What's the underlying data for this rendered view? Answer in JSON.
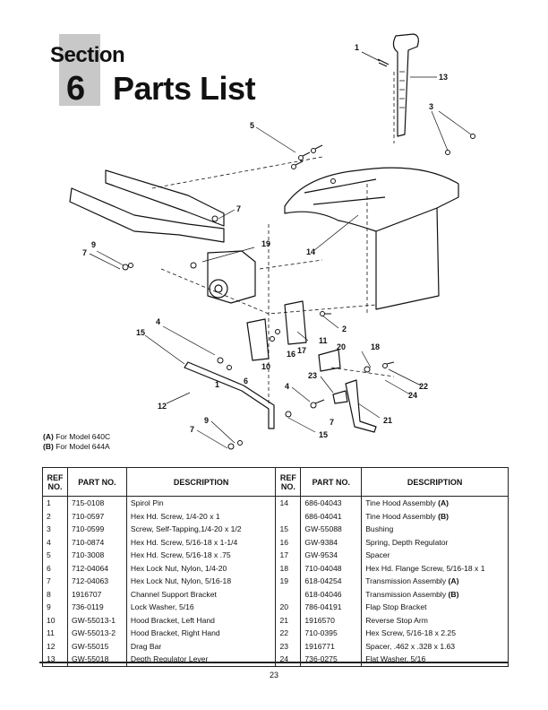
{
  "header": {
    "section_word": "Section",
    "section_number": "6",
    "title": "Parts List"
  },
  "diagram": {
    "callouts": [
      "1",
      "13",
      "3",
      "5",
      "7",
      "19",
      "9",
      "7",
      "14",
      "2",
      "4",
      "15",
      "11",
      "20",
      "16",
      "17",
      "10",
      "18",
      "6",
      "1",
      "23",
      "22",
      "24",
      "12",
      "4",
      "7",
      "21",
      "9",
      "7",
      "15"
    ]
  },
  "model_notes": [
    {
      "code": "(A)",
      "text": "For Model 640C"
    },
    {
      "code": "(B)",
      "text": "For Model 644A"
    }
  ],
  "table": {
    "headers": {
      "ref": "REF NO.",
      "part": "PART NO.",
      "desc": "DESCRIPTION"
    },
    "rows": [
      {
        "l_ref": "1",
        "l_part": "715-0108",
        "l_desc": "Spirol Pin",
        "r_ref": "14",
        "r_part": "686-04043",
        "r_desc": "Tine Hood Assembly",
        "r_mark": "(A)"
      },
      {
        "l_ref": "2",
        "l_part": "710-0597",
        "l_desc": "Hex Hd. Screw, 1/4-20 x 1",
        "r_ref": "",
        "r_part": "686-04041",
        "r_desc": "Tine Hood Assembly",
        "r_mark": "(B)"
      },
      {
        "l_ref": "3",
        "l_part": "710-0599",
        "l_desc": "Screw, Self-Tapping,1/4-20 x 1/2",
        "r_ref": "15",
        "r_part": "GW-55088",
        "r_desc": "Bushing",
        "r_mark": ""
      },
      {
        "l_ref": "4",
        "l_part": "710-0874",
        "l_desc": "Hex Hd. Screw, 5/16-18 x 1-1/4",
        "r_ref": "16",
        "r_part": "GW-9384",
        "r_desc": "Spring, Depth Regulator",
        "r_mark": ""
      },
      {
        "l_ref": "5",
        "l_part": "710-3008",
        "l_desc": "Hex Hd. Screw, 5/16-18 x .75",
        "r_ref": "17",
        "r_part": "GW-9534",
        "r_desc": "Spacer",
        "r_mark": ""
      },
      {
        "l_ref": "6",
        "l_part": "712-04064",
        "l_desc": "Hex Lock Nut, Nylon, 1/4-20",
        "r_ref": "18",
        "r_part": "710-04048",
        "r_desc": "Hex Hd. Flange Screw, 5/16-18 x 1",
        "r_mark": ""
      },
      {
        "l_ref": "7",
        "l_part": "712-04063",
        "l_desc": "Hex Lock Nut, Nylon, 5/16-18",
        "r_ref": "19",
        "r_part": "618-04254",
        "r_desc": "Transmission Assembly",
        "r_mark": "(A)"
      },
      {
        "l_ref": "8",
        "l_part": "1916707",
        "l_desc": "Channel Support Bracket",
        "r_ref": "",
        "r_part": "618-04046",
        "r_desc": "Transmission Assembly",
        "r_mark": "(B)"
      },
      {
        "l_ref": "9",
        "l_part": "736-0119",
        "l_desc": "Lock Washer, 5/16",
        "r_ref": "20",
        "r_part": "786-04191",
        "r_desc": "Flap Stop Bracket",
        "r_mark": ""
      },
      {
        "l_ref": "10",
        "l_part": "GW-55013-1",
        "l_desc": "Hood Bracket, Left Hand",
        "r_ref": "21",
        "r_part": "1916570",
        "r_desc": "Reverse Stop Arm",
        "r_mark": ""
      },
      {
        "l_ref": "11",
        "l_part": "GW-55013-2",
        "l_desc": "Hood Bracket, Right Hand",
        "r_ref": "22",
        "r_part": "710-0395",
        "r_desc": "Hex Screw, 5/16-18 x 2.25",
        "r_mark": ""
      },
      {
        "l_ref": "12",
        "l_part": "GW-55015",
        "l_desc": "Drag Bar",
        "r_ref": "23",
        "r_part": "1916771",
        "r_desc": "Spacer, .462 x .328 x 1.63",
        "r_mark": ""
      },
      {
        "l_ref": "13",
        "l_part": "GW-55018",
        "l_desc": "Depth Regulator Lever",
        "r_ref": "24",
        "r_part": "736-0275",
        "r_desc": "Flat Washer, 5/16",
        "r_mark": ""
      }
    ]
  },
  "footer": {
    "page_number": "23"
  }
}
